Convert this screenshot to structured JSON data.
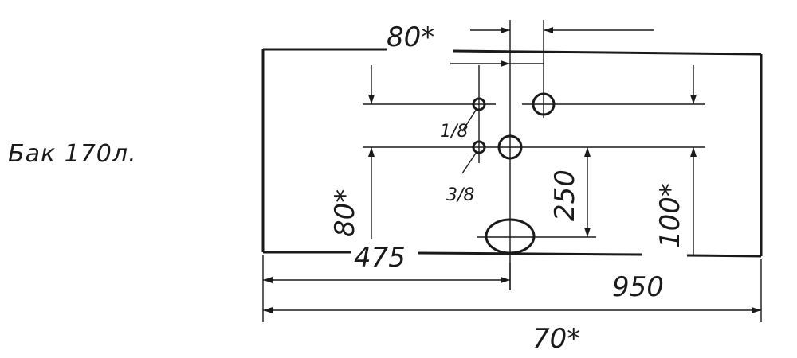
{
  "title": "Бак 170л.",
  "dimensions": {
    "top_width": "80*",
    "left_height": "80*",
    "bottom_half": "475",
    "center_vertical": "250",
    "right_height": "100*",
    "total_width": "950",
    "overall": "70*"
  },
  "fittings": {
    "upper_small": "1/8",
    "lower_small": "3/8"
  }
}
